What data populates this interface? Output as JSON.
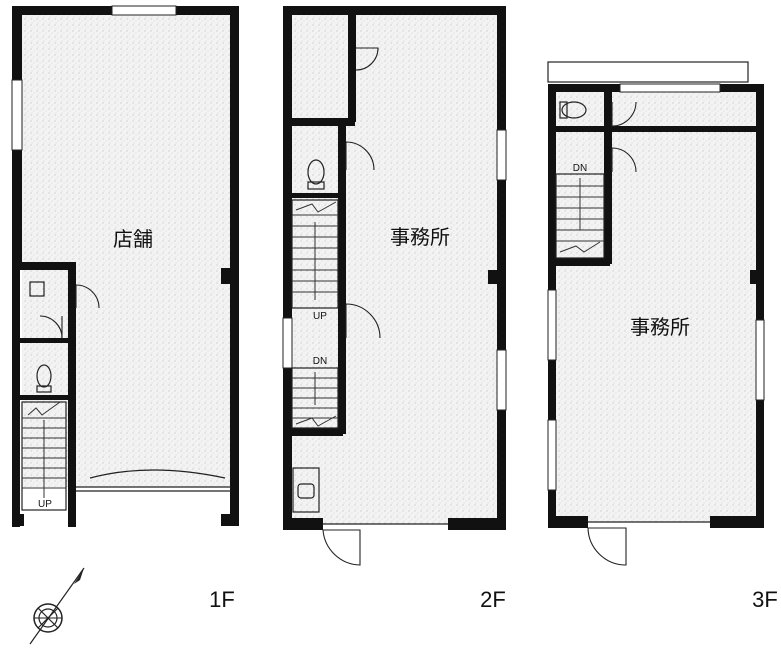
{
  "floors": [
    {
      "level": "1F",
      "rooms": [
        {
          "label": "店舗"
        }
      ],
      "stair_label": "UP"
    },
    {
      "level": "2F",
      "rooms": [
        {
          "label": "事務所"
        }
      ],
      "stair_up_label": "UP",
      "stair_down_label": "DN"
    },
    {
      "level": "3F",
      "rooms": [
        {
          "label": "事務所"
        }
      ],
      "stair_down_label": "DN"
    }
  ],
  "compass": {
    "icon": "north-arrow-compass-icon"
  },
  "colors": {
    "wall": "#111111",
    "floor_texture": "#f3f3f3",
    "background": "#ffffff"
  }
}
